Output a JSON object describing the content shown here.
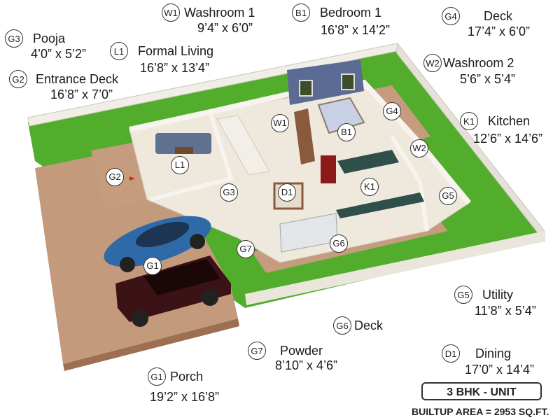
{
  "rooms": {
    "w1": {
      "code": "W1",
      "name": "Washroom 1",
      "dims": "9’4” x 6’0”"
    },
    "b1": {
      "code": "B1",
      "name": "Bedroom 1",
      "dims": "16’8” x 14’2”"
    },
    "g4": {
      "code": "G4",
      "name": "Deck",
      "dims": "17’4” x 6’0”"
    },
    "g3": {
      "code": "G3",
      "name": "Pooja",
      "dims": "4’0” x 5’2”"
    },
    "l1": {
      "code": "L1",
      "name": "Formal Living",
      "dims": "16’8” x 13’4”"
    },
    "w2": {
      "code": "W2",
      "name": "Washroom 2",
      "dims": "5’6” x 5’4”"
    },
    "g2": {
      "code": "G2",
      "name": "Entrance Deck",
      "dims": "16’8” x 7’0”"
    },
    "k1": {
      "code": "K1",
      "name": "Kitchen",
      "dims": "12’6” x 14’6”"
    },
    "g5": {
      "code": "G5",
      "name": "Utility",
      "dims": "11’8” x 5’4”"
    },
    "g6": {
      "code": "G6",
      "name": "Deck",
      "dims": ""
    },
    "g7": {
      "code": "G7",
      "name": "Powder",
      "dims": "8’10” x 4’6”"
    },
    "d1": {
      "code": "D1",
      "name": "Dining",
      "dims": "17’0” x 14’4”"
    },
    "g1": {
      "code": "G1",
      "name": "Porch",
      "dims": "19’2” x 16’8”"
    }
  },
  "unit_label": "3 BHK - UNIT",
  "builtup_area": "BUILTUP AREA = 2953 SQ.FT.",
  "colors": {
    "grass": "#4caf2a",
    "floor": "#efe9df",
    "deck": "#c79a78",
    "wall": "#f4f1ec",
    "accent_wall": "#5b6b93",
    "car_blue": "#2f6aa8",
    "car_maroon": "#3b1216"
  }
}
